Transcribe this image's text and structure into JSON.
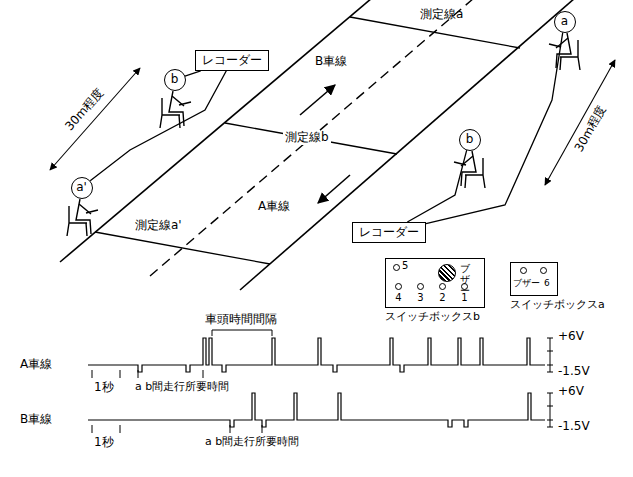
{
  "diagram": {
    "nodes": [
      {
        "text": [
          "b"
        ]
      },
      {
        "text": [
          "レコーダー"
        ]
      },
      {
        "text": [
          "a'"
        ]
      },
      {
        "text": [
          "a"
        ]
      },
      {
        "text": [
          "b"
        ]
      },
      {
        "text": [
          "レコーダー"
        ]
      },
      {
        "text": [
          "5",
          "ブザー",
          "4",
          "3",
          "2",
          "1",
          "スイッチボックスb"
        ]
      },
      {
        "text": [
          "ブザー",
          "6",
          "スイッチボックスa"
        ]
      }
    ],
    "edges": [
      {
        "from": 0,
        "to": 1,
        "arrow": "none"
      },
      {
        "from": 2,
        "to": 1,
        "arrow": "none"
      },
      {
        "from": 3,
        "to": 5,
        "arrow": "none"
      },
      {
        "from": 4,
        "to": 5,
        "arrow": "none"
      }
    ],
    "labels": [
      "B車線",
      "A車線",
      "測定線a",
      "測定線b",
      "測定線a'",
      "30m程度",
      "30m程度",
      "車頭時間間隔",
      "A車線",
      "1秒",
      "a b間走行所要時間",
      "+6V",
      "-1.5V",
      "B車線",
      "1秒",
      "a b間走行所要時間",
      "+6V",
      "-1.5V"
    ]
  }
}
